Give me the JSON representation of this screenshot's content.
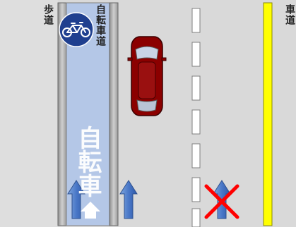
{
  "labels": {
    "sidewalk": "歩道",
    "bicycle_lane": "自転車道",
    "roadway": "車道",
    "lane_marking": "自転車"
  },
  "signs": {
    "bicycle_sign": "bicycle-icon"
  },
  "colors": {
    "road": "#d9d9d9",
    "bike_lane": "#b4c7e7",
    "curb": "#a6a6a6",
    "center_line": "#ffff00",
    "car": "#8b0000",
    "arrow": "#4472c4",
    "cross": "#ff0000",
    "sign": "#1f3f8f"
  }
}
